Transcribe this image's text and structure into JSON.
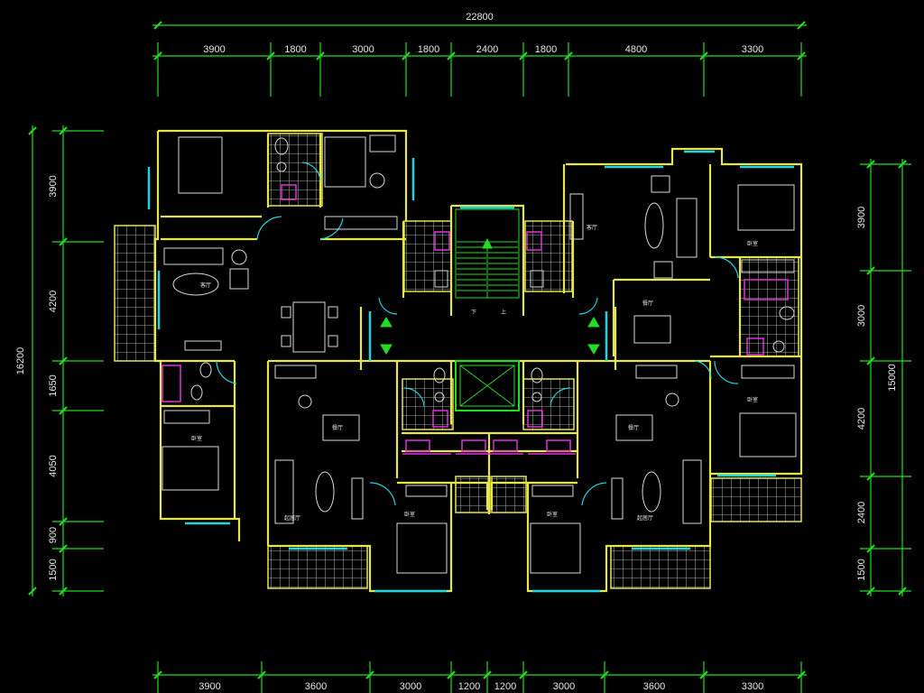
{
  "colors": {
    "background": "#000000",
    "wall": "#e6e64a",
    "dimension": "#22dd22",
    "window": "#22d3e0",
    "fixture": "#e033d8",
    "furniture": "#d8d8d8",
    "text": "#e8e8e8"
  },
  "dimensions": {
    "top_total": "22800",
    "top": [
      "3900",
      "1800",
      "3000",
      "1800",
      "2400",
      "1800",
      "4800",
      "3300"
    ],
    "bottom": [
      "3900",
      "3600",
      "3000",
      "1200",
      "1200",
      "3000",
      "3600",
      "3300"
    ],
    "left_total": "16200",
    "left": [
      "3900",
      "4200",
      "1650",
      "4050",
      "900",
      "1500"
    ],
    "right_total": "15000",
    "right": [
      "3900",
      "3000",
      "4200",
      "2400",
      "1500"
    ]
  },
  "room_labels": {
    "bedroom_a": "卧室",
    "living_a": "客厅",
    "dining_a": "餐厅",
    "living_b": "起居厅",
    "living_c": "客厅",
    "dining_b": "餐厅",
    "dining_c": "餐厅",
    "living_d": "起居厅",
    "bedroom_b": "卧室",
    "bedroom_c": "卧室",
    "bedroom_d": "卧室",
    "bedroom_e": "卧室",
    "stair_down": "下",
    "stair_up": "上"
  }
}
